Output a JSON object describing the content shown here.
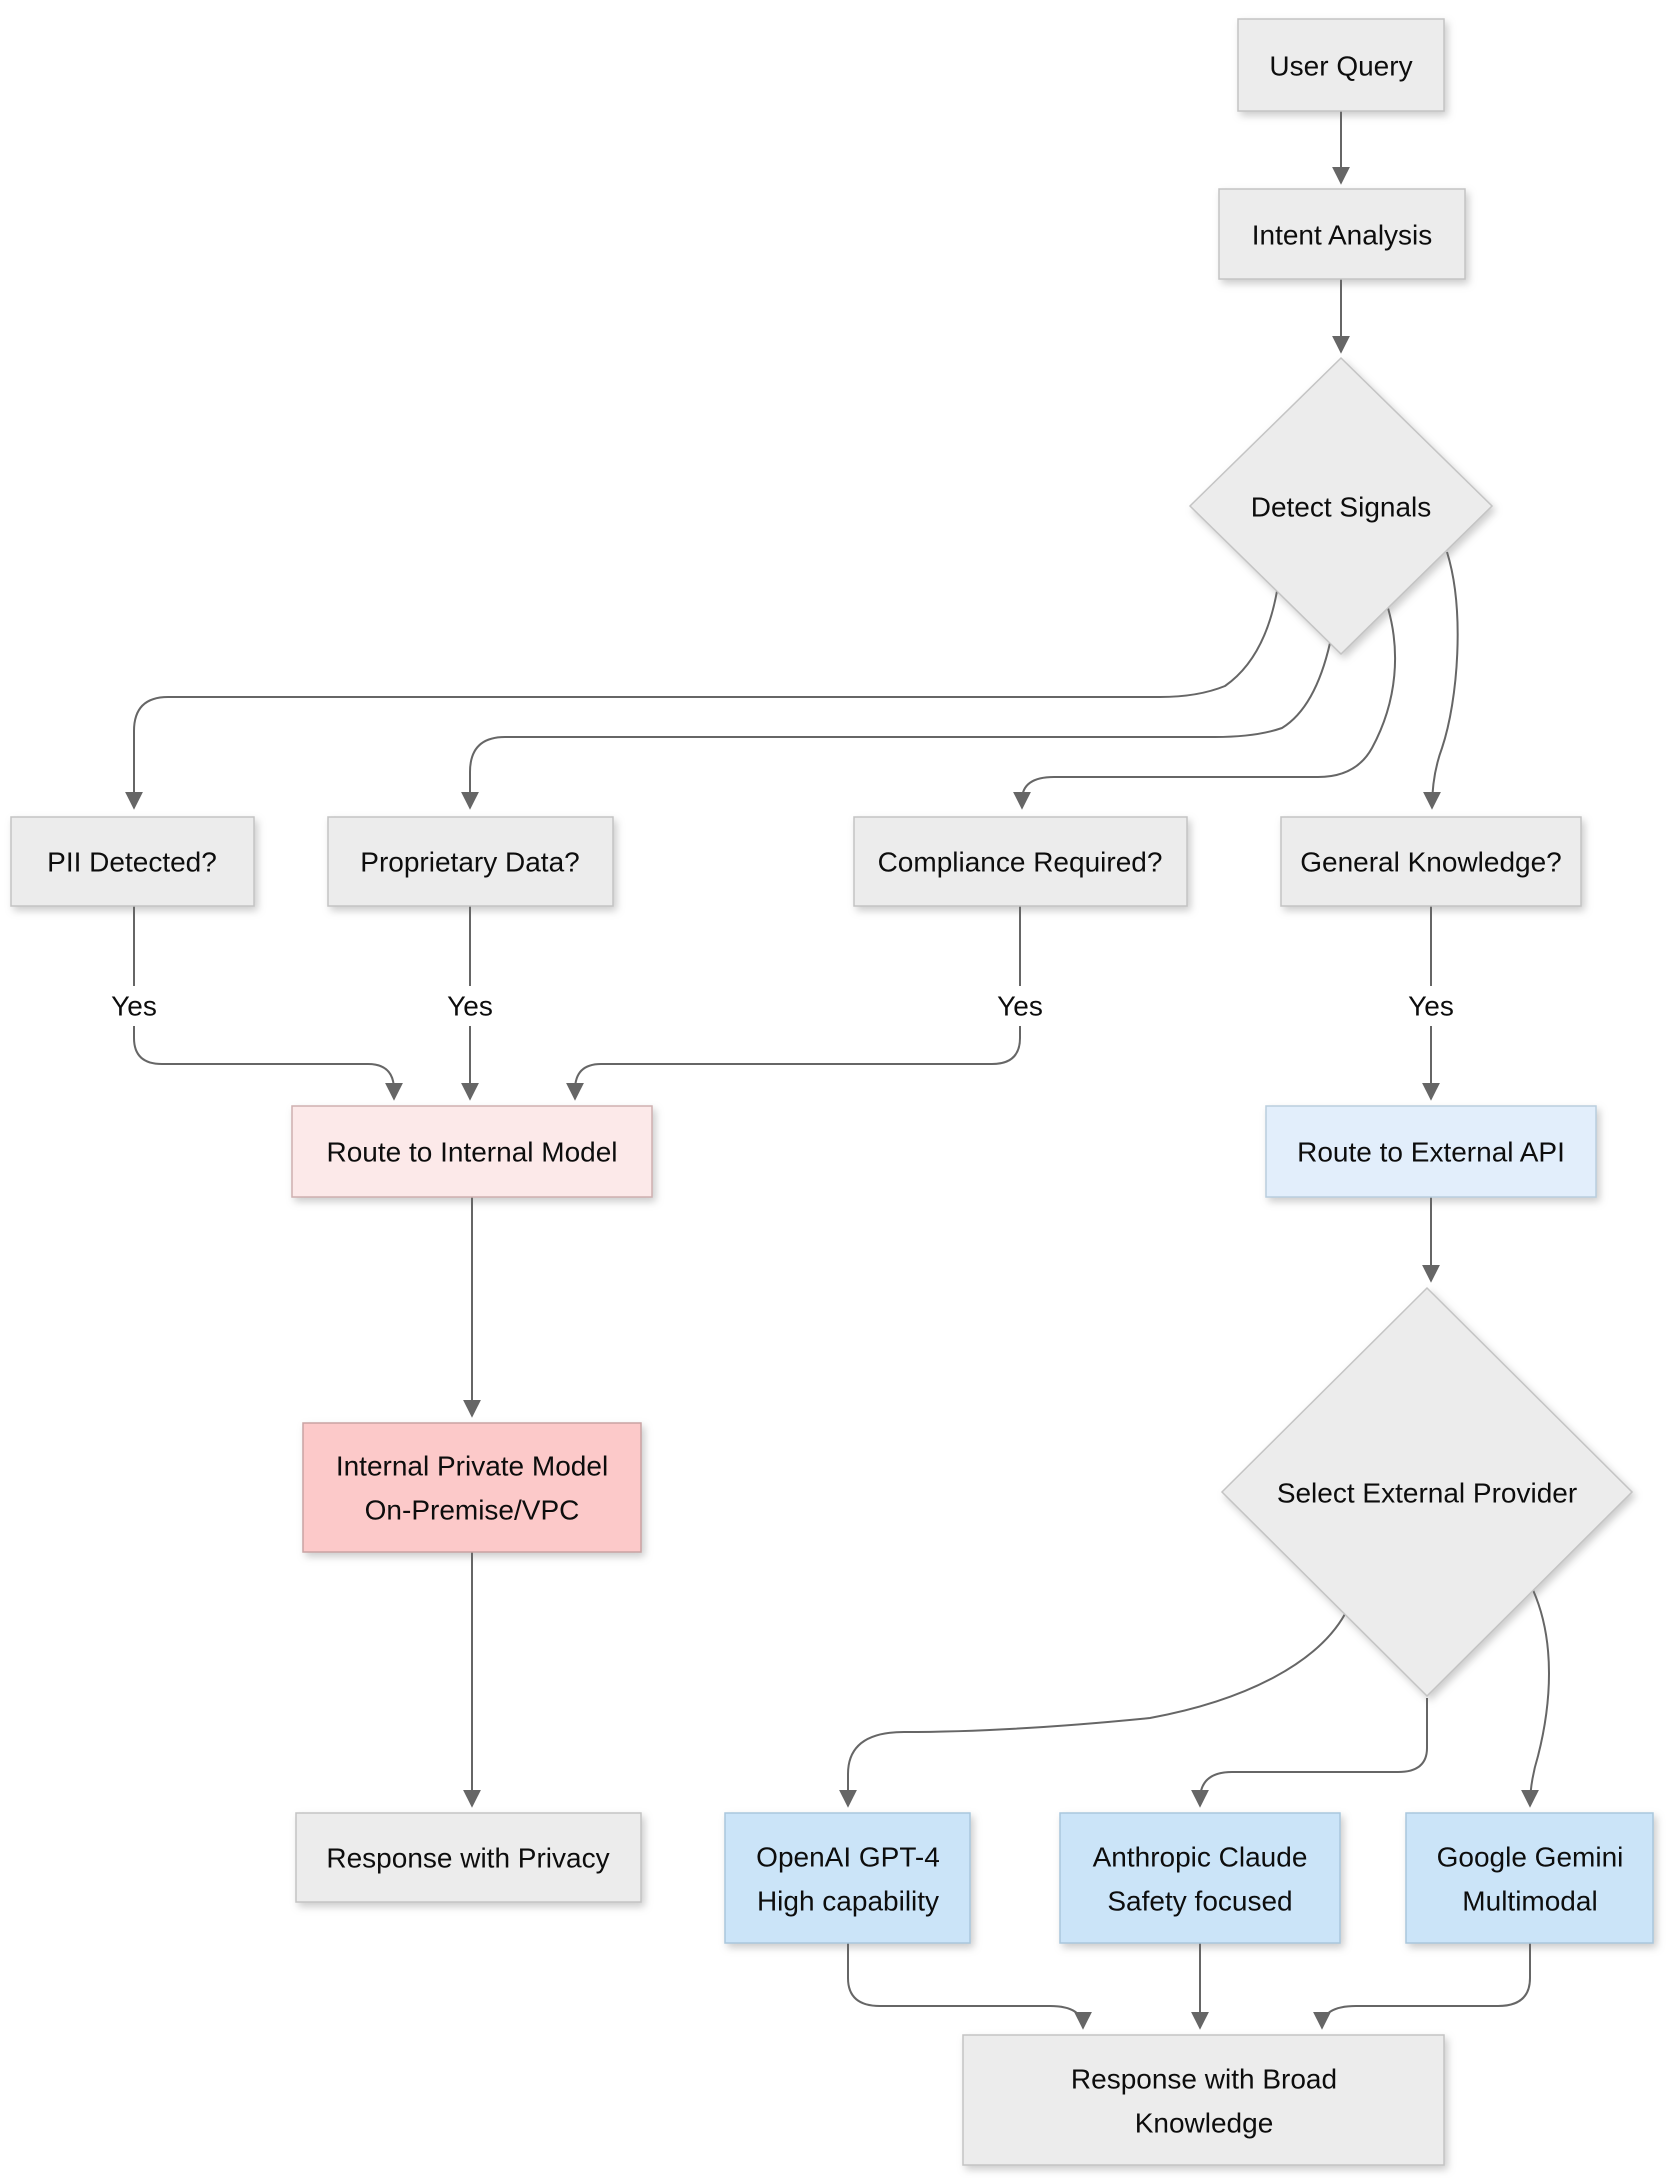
{
  "colors": {
    "node_gray": "#ececec",
    "pink_light": "#fce9e9",
    "pink": "#fcc9c9",
    "blue_light": "#e2eefb",
    "blue": "#cbe4f8",
    "edge": "#666666"
  },
  "nodes": {
    "user_query": {
      "label": "User Query"
    },
    "intent_analysis": {
      "label": "Intent Analysis"
    },
    "detect_signals": {
      "label": "Detect Signals"
    },
    "pii": {
      "label": "PII Detected?"
    },
    "proprietary": {
      "label": "Proprietary Data?"
    },
    "compliance": {
      "label": "Compliance Required?"
    },
    "general": {
      "label": "General Knowledge?"
    },
    "route_internal": {
      "label": "Route to Internal Model"
    },
    "route_external": {
      "label": "Route to External API"
    },
    "internal_model": {
      "line1": "Internal Private Model",
      "line2": "On-Premise/VPC"
    },
    "select_provider": {
      "label": "Select External Provider"
    },
    "response_privacy": {
      "label": "Response with Privacy"
    },
    "openai": {
      "line1": "OpenAI GPT-4",
      "line2": "High capability"
    },
    "anthropic": {
      "line1": "Anthropic Claude",
      "line2": "Safety focused"
    },
    "google": {
      "line1": "Google Gemini",
      "line2": "Multimodal"
    },
    "response_broad": {
      "line1": "Response with Broad",
      "line2": "Knowledge"
    }
  },
  "edge_labels": {
    "pii_yes": "Yes",
    "proprietary_yes": "Yes",
    "compliance_yes": "Yes",
    "general_yes": "Yes"
  },
  "edges": [
    {
      "from": "User Query",
      "to": "Intent Analysis"
    },
    {
      "from": "Intent Analysis",
      "to": "Detect Signals"
    },
    {
      "from": "Detect Signals",
      "to": "PII Detected?"
    },
    {
      "from": "Detect Signals",
      "to": "Proprietary Data?"
    },
    {
      "from": "Detect Signals",
      "to": "Compliance Required?"
    },
    {
      "from": "Detect Signals",
      "to": "General Knowledge?"
    },
    {
      "from": "PII Detected?",
      "to": "Route to Internal Model",
      "label": "Yes"
    },
    {
      "from": "Proprietary Data?",
      "to": "Route to Internal Model",
      "label": "Yes"
    },
    {
      "from": "Compliance Required?",
      "to": "Route to Internal Model",
      "label": "Yes"
    },
    {
      "from": "General Knowledge?",
      "to": "Route to External API",
      "label": "Yes"
    },
    {
      "from": "Route to Internal Model",
      "to": "Internal Private Model On-Premise/VPC"
    },
    {
      "from": "Internal Private Model On-Premise/VPC",
      "to": "Response with Privacy"
    },
    {
      "from": "Route to External API",
      "to": "Select External Provider"
    },
    {
      "from": "Select External Provider",
      "to": "OpenAI GPT-4 High capability"
    },
    {
      "from": "Select External Provider",
      "to": "Anthropic Claude Safety focused"
    },
    {
      "from": "Select External Provider",
      "to": "Google Gemini Multimodal"
    },
    {
      "from": "OpenAI GPT-4 High capability",
      "to": "Response with Broad Knowledge"
    },
    {
      "from": "Anthropic Claude Safety focused",
      "to": "Response with Broad Knowledge"
    },
    {
      "from": "Google Gemini Multimodal",
      "to": "Response with Broad Knowledge"
    }
  ]
}
